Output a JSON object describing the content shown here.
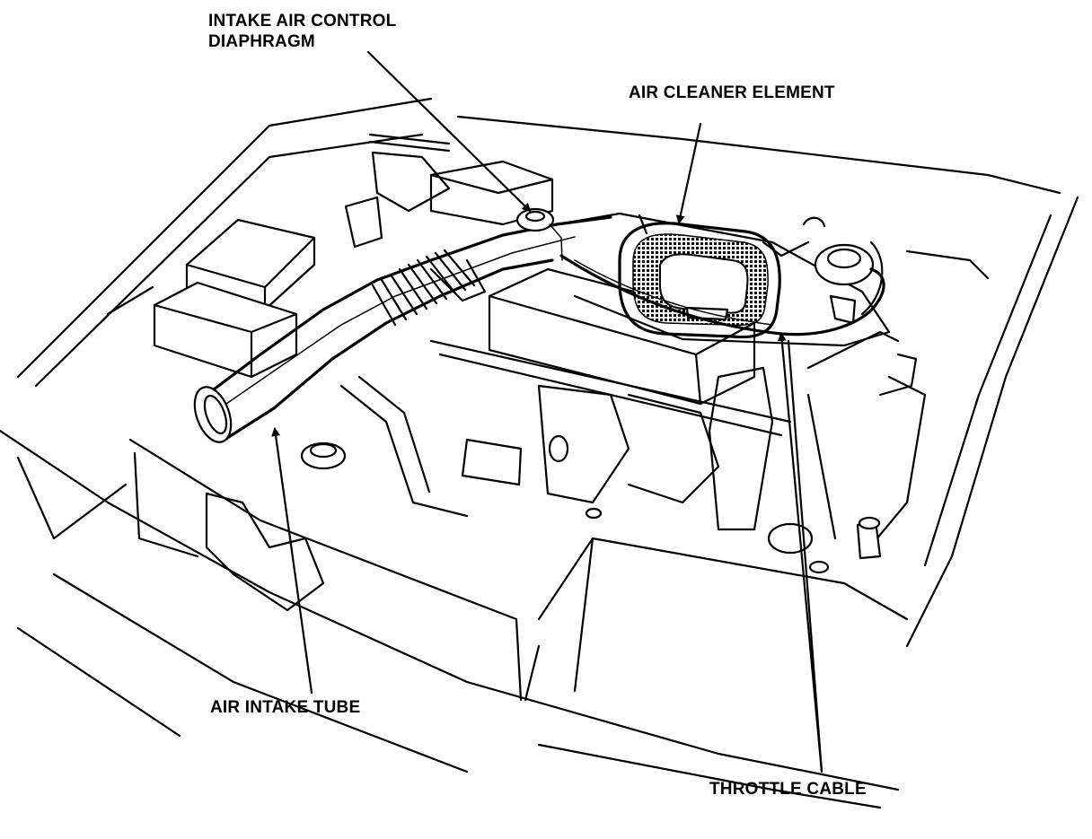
{
  "labels": {
    "intake_air_control_diaphragm": {
      "line1": "INTAKE AIR CONTROL",
      "line2": "DIAPHRAGM"
    },
    "air_cleaner_element": "AIR CLEANER ELEMENT",
    "air_intake_tube": "AIR INTAKE TUBE",
    "throttle_cable": "THROTTLE CABLE"
  },
  "colors": {
    "ink": "#000000",
    "paper": "#ffffff"
  }
}
